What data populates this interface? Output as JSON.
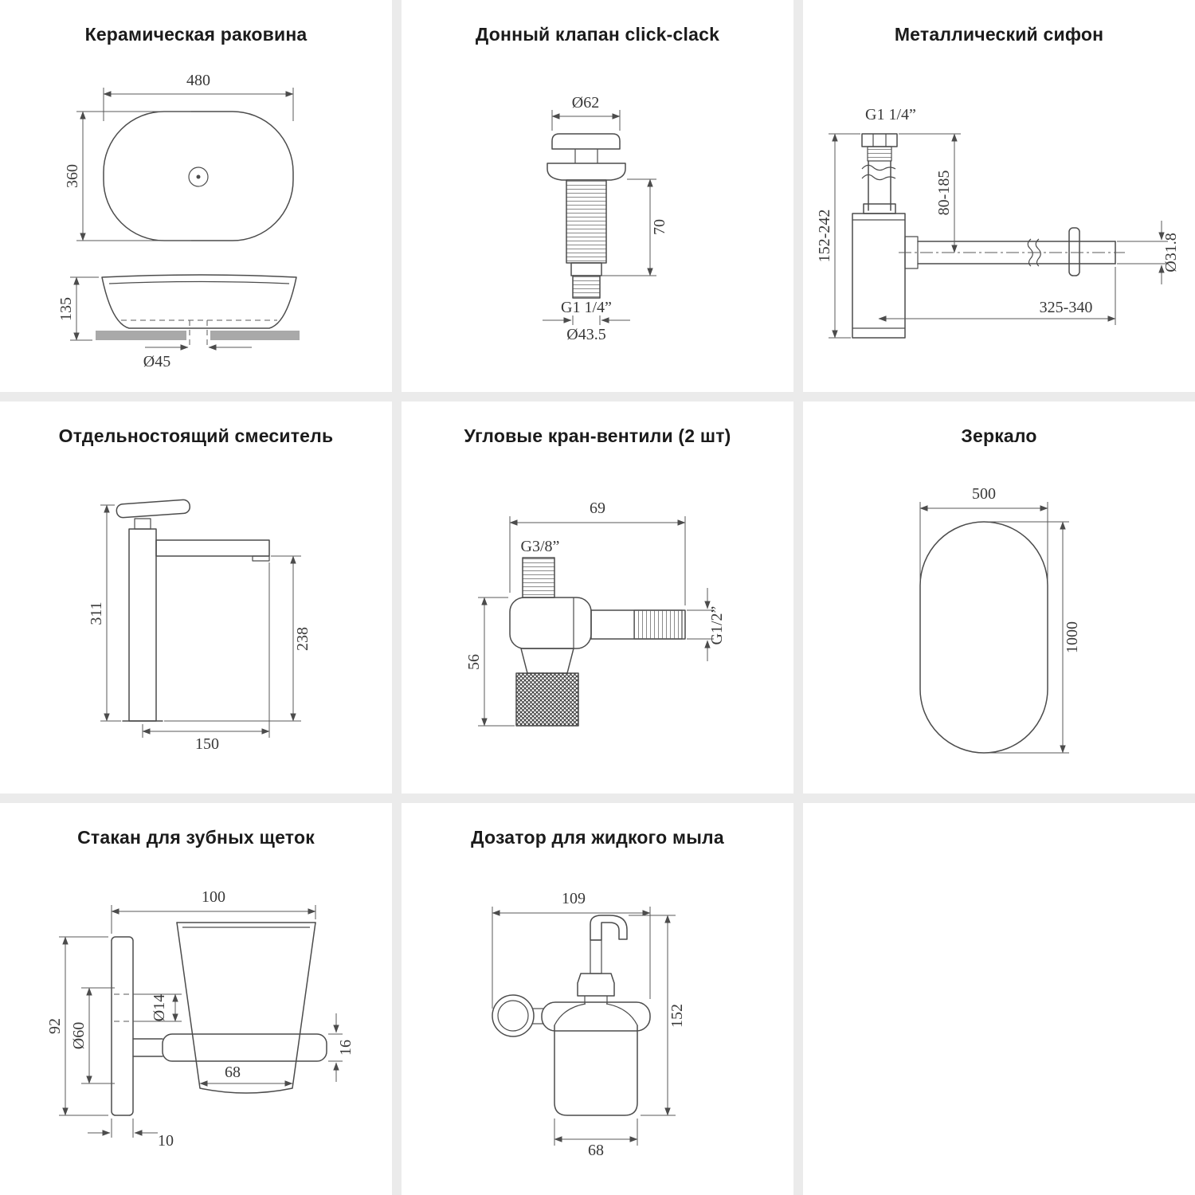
{
  "colors": {
    "background": "#ebebeb",
    "panel": "#ffffff",
    "line": "#4c4c4c",
    "dim_text": "#383838",
    "counter_fill": "#a9a9a9"
  },
  "panels": [
    {
      "id": "sink",
      "title": "Керамическая раковина",
      "labels": {
        "width": "480",
        "depth": "360",
        "height": "135",
        "drain": "Ø45"
      }
    },
    {
      "id": "drain_valve",
      "title": "Донный клапан click-clack",
      "labels": {
        "cap": "Ø62",
        "height": "70",
        "thread": "G1 1/4”",
        "outlet": "Ø43.5"
      }
    },
    {
      "id": "siphon",
      "title": "Металлический сифон",
      "labels": {
        "thread": "G1 1/4”",
        "height_range": "152-242",
        "inlet_range": "80-185",
        "pipe_diameter": "Ø31.8",
        "length_range": "325-340"
      }
    },
    {
      "id": "mixer",
      "title": "Отдельностоящий смеситель",
      "labels": {
        "total_height": "311",
        "spout_height": "238",
        "spout_reach": "150"
      }
    },
    {
      "id": "angle_valves",
      "title": "Угловые кран-вентили (2 шт)",
      "labels": {
        "width": "69",
        "inlet_thread": "G3/8”",
        "height": "56",
        "outlet_thread": "G1/2”"
      }
    },
    {
      "id": "mirror",
      "title": "Зеркало",
      "labels": {
        "width": "500",
        "height": "1000"
      }
    },
    {
      "id": "cup",
      "title": "Стакан для зубных щеток",
      "labels": {
        "depth": "100",
        "hole": "Ø14",
        "height": "92",
        "plate": "Ø60",
        "ring": "16",
        "cup_bottom": "68",
        "plate_thickness": "10"
      }
    },
    {
      "id": "dispenser",
      "title": "Дозатор для жидкого мыла",
      "labels": {
        "width": "109",
        "height": "152",
        "body_width": "68"
      }
    }
  ]
}
